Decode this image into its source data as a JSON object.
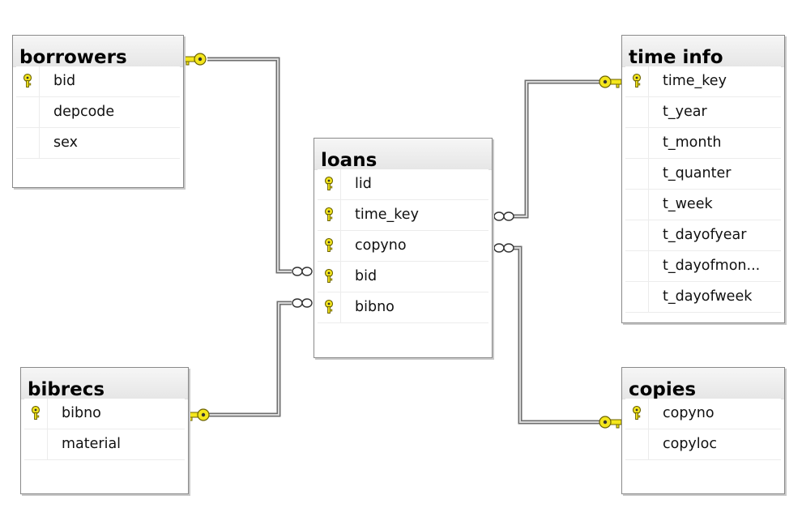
{
  "tables": {
    "borrowers": {
      "title": "borrowers",
      "fields": [
        {
          "name": "bid",
          "key": true
        },
        {
          "name": "depcode",
          "key": false
        },
        {
          "name": "sex",
          "key": false
        }
      ]
    },
    "time_info": {
      "title": "time info",
      "fields": [
        {
          "name": "time_key",
          "key": true
        },
        {
          "name": "t_year",
          "key": false
        },
        {
          "name": "t_month",
          "key": false
        },
        {
          "name": "t_quanter",
          "key": false
        },
        {
          "name": "t_week",
          "key": false
        },
        {
          "name": "t_dayofyear",
          "key": false
        },
        {
          "name": "t_dayofmon...",
          "key": false
        },
        {
          "name": "t_dayofweek",
          "key": false
        }
      ]
    },
    "loans": {
      "title": "loans",
      "fields": [
        {
          "name": "lid",
          "key": true
        },
        {
          "name": "time_key",
          "key": true
        },
        {
          "name": "copyno",
          "key": true
        },
        {
          "name": "bid",
          "key": true
        },
        {
          "name": "bibno",
          "key": true
        }
      ]
    },
    "bibrecs": {
      "title": "bibrecs",
      "fields": [
        {
          "name": "bibno",
          "key": true
        },
        {
          "name": "material",
          "key": false
        }
      ]
    },
    "copies": {
      "title": "copies",
      "fields": [
        {
          "name": "copyno",
          "key": true
        },
        {
          "name": "copyloc",
          "key": false
        }
      ]
    }
  },
  "relationships": [
    {
      "from": "borrowers.bid",
      "to": "loans.bid",
      "one_end": "borrowers",
      "many_end": "loans"
    },
    {
      "from": "bibrecs.bibno",
      "to": "loans.bibno",
      "one_end": "bibrecs",
      "many_end": "loans"
    },
    {
      "from": "time_info.time_key",
      "to": "loans.time_key",
      "one_end": "time_info",
      "many_end": "loans"
    },
    {
      "from": "copies.copyno",
      "to": "loans.copyno",
      "one_end": "copies",
      "many_end": "loans"
    }
  ],
  "colors": {
    "key_yellow": "#f4e61c",
    "key_outline": "#6b6200",
    "line_dark": "#6e6e6e",
    "line_light": "#d9d9d9"
  },
  "icons": {
    "primary_key": "key-icon",
    "one_end": "key-icon",
    "many_end": "infinity-icon"
  }
}
